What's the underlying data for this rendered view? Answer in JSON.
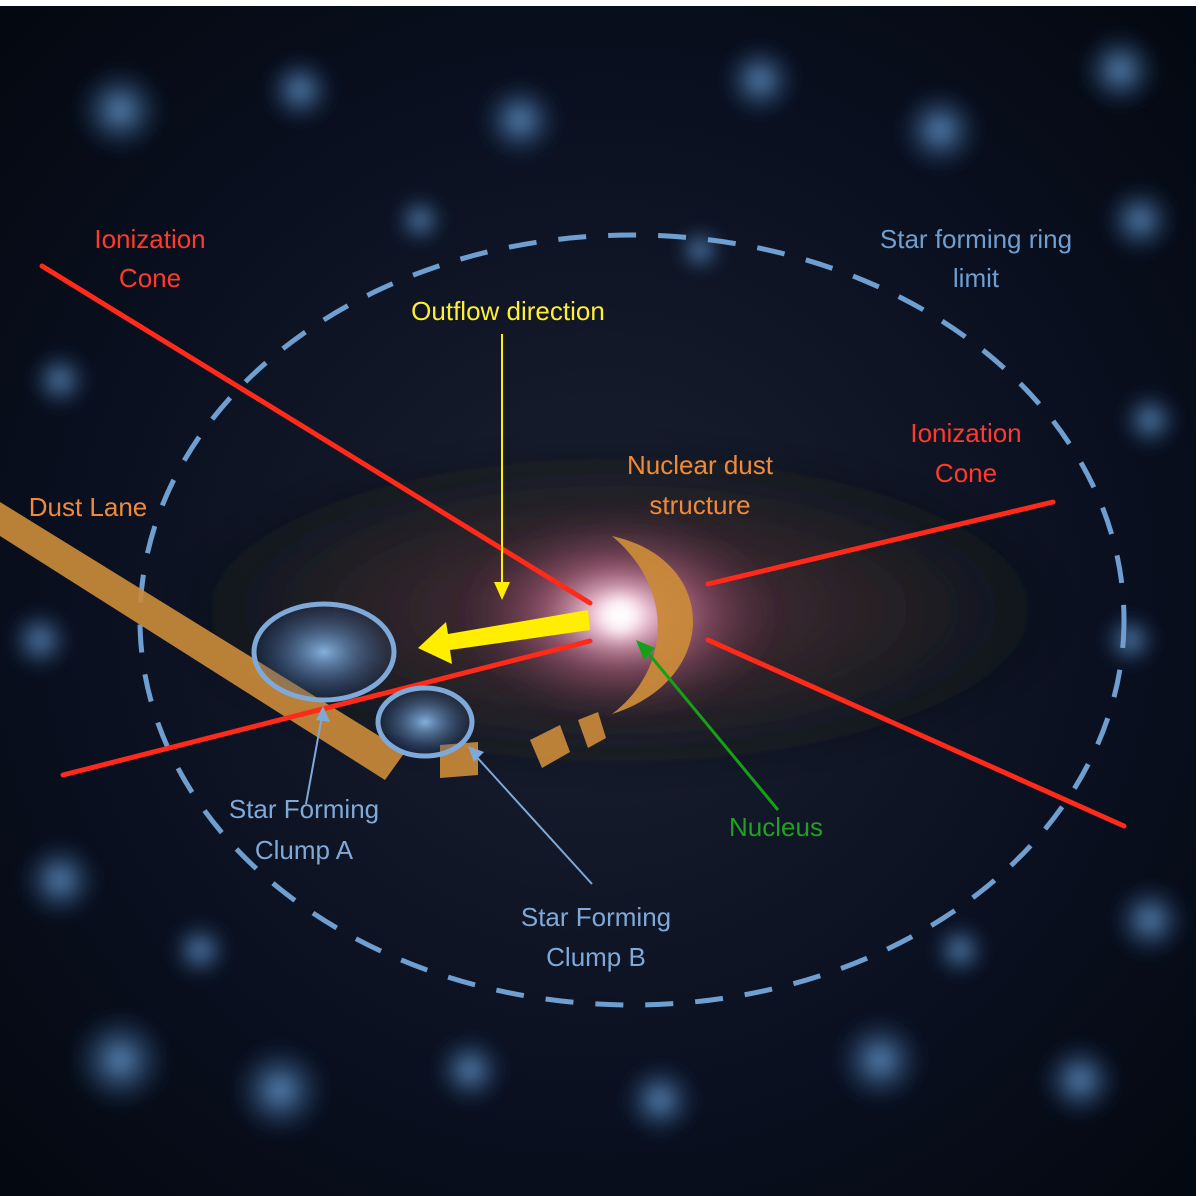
{
  "labels": {
    "ionization_cone_left": [
      "Ionization",
      "Cone"
    ],
    "ionization_cone_right": [
      "Ionization",
      "Cone"
    ],
    "star_forming_ring": [
      "Star forming ring",
      "limit"
    ],
    "outflow_direction": "Outflow direction",
    "nuclear_dust": [
      "Nuclear dust",
      "structure"
    ],
    "dust_lane": "Dust Lane",
    "clump_a": [
      "Star Forming",
      "Clump A"
    ],
    "clump_b": [
      "Star Forming",
      "Clump B"
    ],
    "nucleus": "Nucleus"
  },
  "colors": {
    "ionization_cone": "#ff2a1a",
    "ring": "#6f9fd0",
    "outflow": "#ffee00",
    "dust": "#c98a3a",
    "clump": "#7fa9d8",
    "nucleus_arrow": "#16a016",
    "label_blue": "#6f9fd0",
    "label_red": "#ff3a2a",
    "label_orange": "#f08a3a",
    "label_yellow": "#ffee33",
    "label_green": "#22a022"
  }
}
